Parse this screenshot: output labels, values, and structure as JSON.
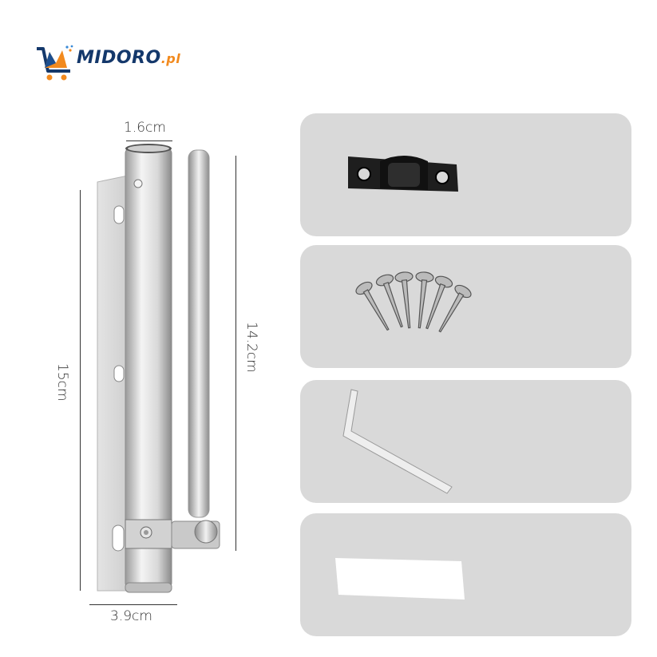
{
  "brand": {
    "name": "MIDORO",
    "suffix": ".pl",
    "colors": {
      "primary": "#14386b",
      "accent": "#f28a1e"
    }
  },
  "product": {
    "name": "door-closer",
    "dimensions": {
      "top_diameter": "1.6cm",
      "bottom_width": "3.9cm",
      "total_height": "15cm",
      "arm_length": "14.2cm"
    }
  },
  "accessories": [
    {
      "name": "strike-bracket",
      "color": "#1a1a1a"
    },
    {
      "name": "screws",
      "count": 6
    },
    {
      "name": "hex-key"
    },
    {
      "name": "adhesive-pad"
    }
  ],
  "colors": {
    "panel_bg": "#d9d9d9",
    "metal": "#c8c8c8",
    "dim_line": "#333333"
  }
}
